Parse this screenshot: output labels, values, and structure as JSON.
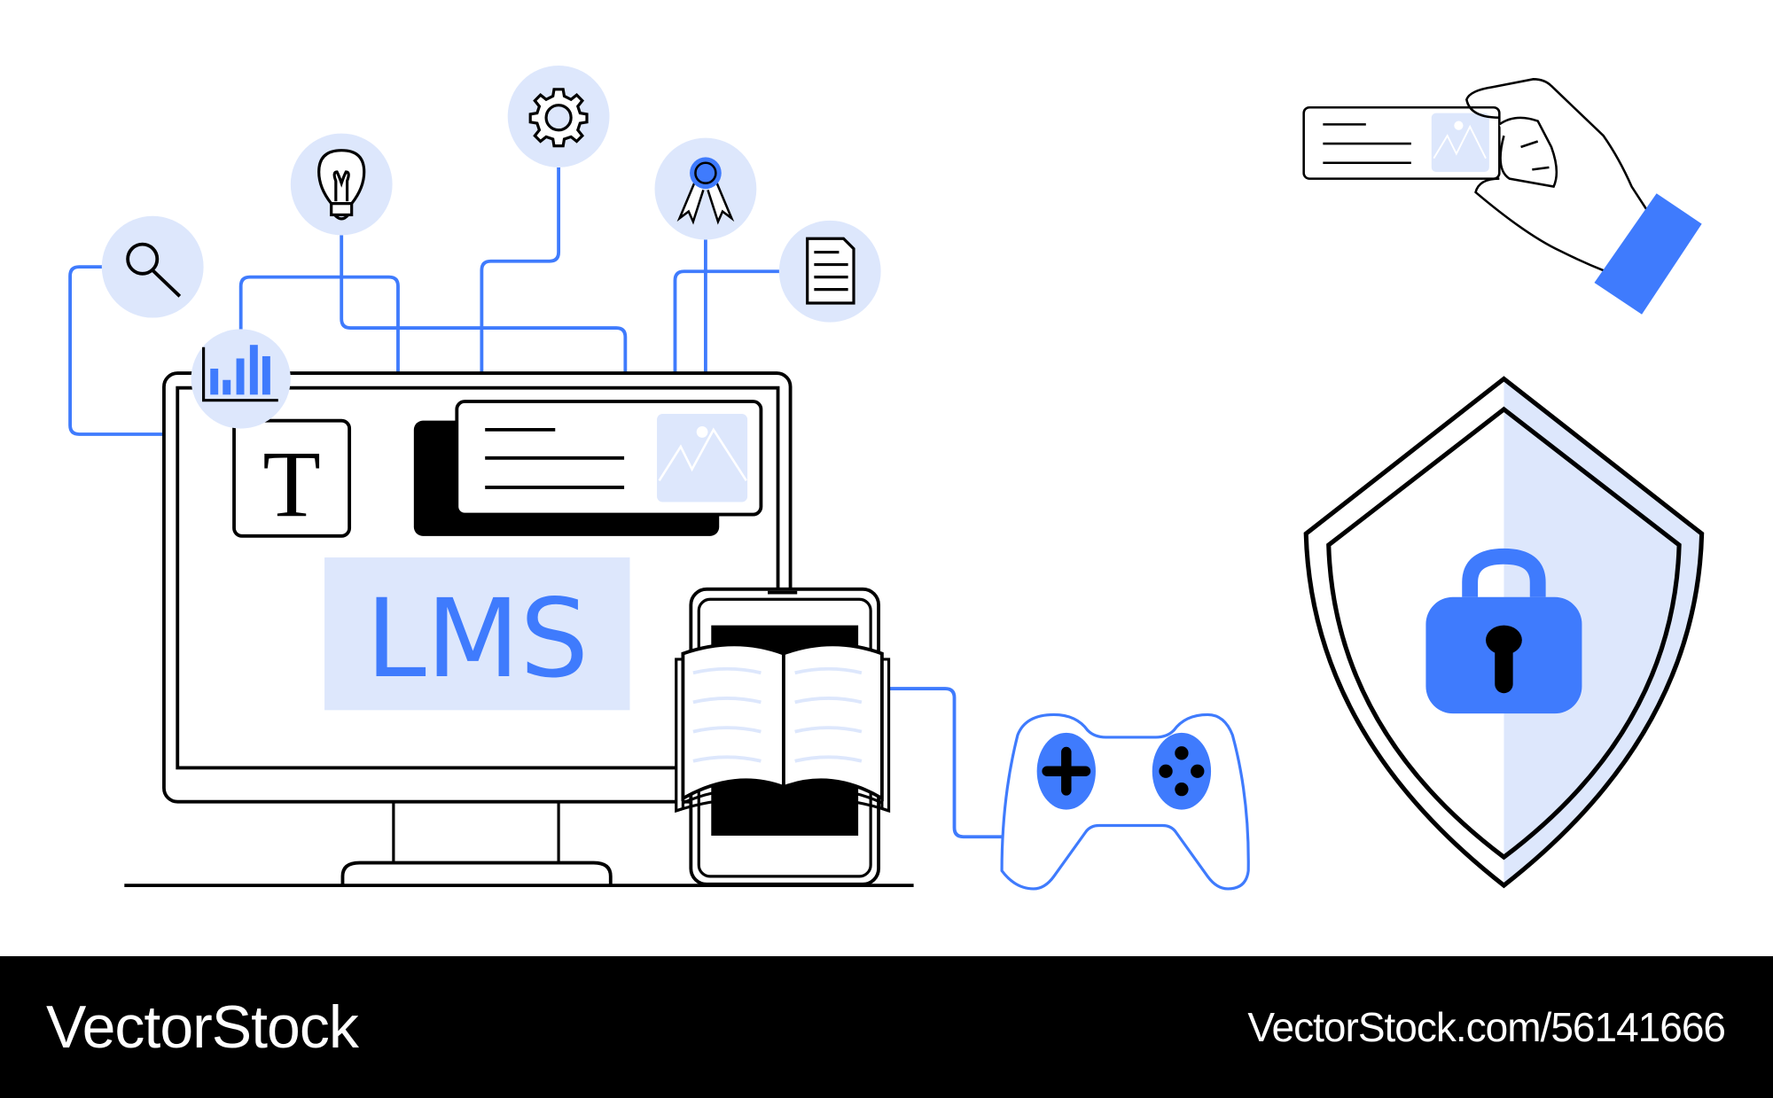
{
  "illustration": {
    "title": "LMS",
    "monitor": {
      "screen_label": "LMS",
      "text_tool_glyph": "T"
    },
    "icons": [
      {
        "name": "search-icon"
      },
      {
        "name": "lightbulb-icon"
      },
      {
        "name": "gear-icon"
      },
      {
        "name": "award-ribbon-icon"
      },
      {
        "name": "document-icon"
      },
      {
        "name": "bar-chart-icon"
      }
    ],
    "devices": [
      "monitor",
      "tablet",
      "open-book",
      "gamepad"
    ],
    "security": {
      "shield": "shield-icon",
      "lock": "padlock-icon"
    },
    "hand_card": "id-card-icon"
  },
  "colors": {
    "accent": "#3f7bfd",
    "accent_light": "#dde7fc",
    "stroke": "#000000",
    "background": "#ffffff"
  },
  "footer": {
    "brand": "VectorStock",
    "url": "VectorStock.com/56141666"
  }
}
